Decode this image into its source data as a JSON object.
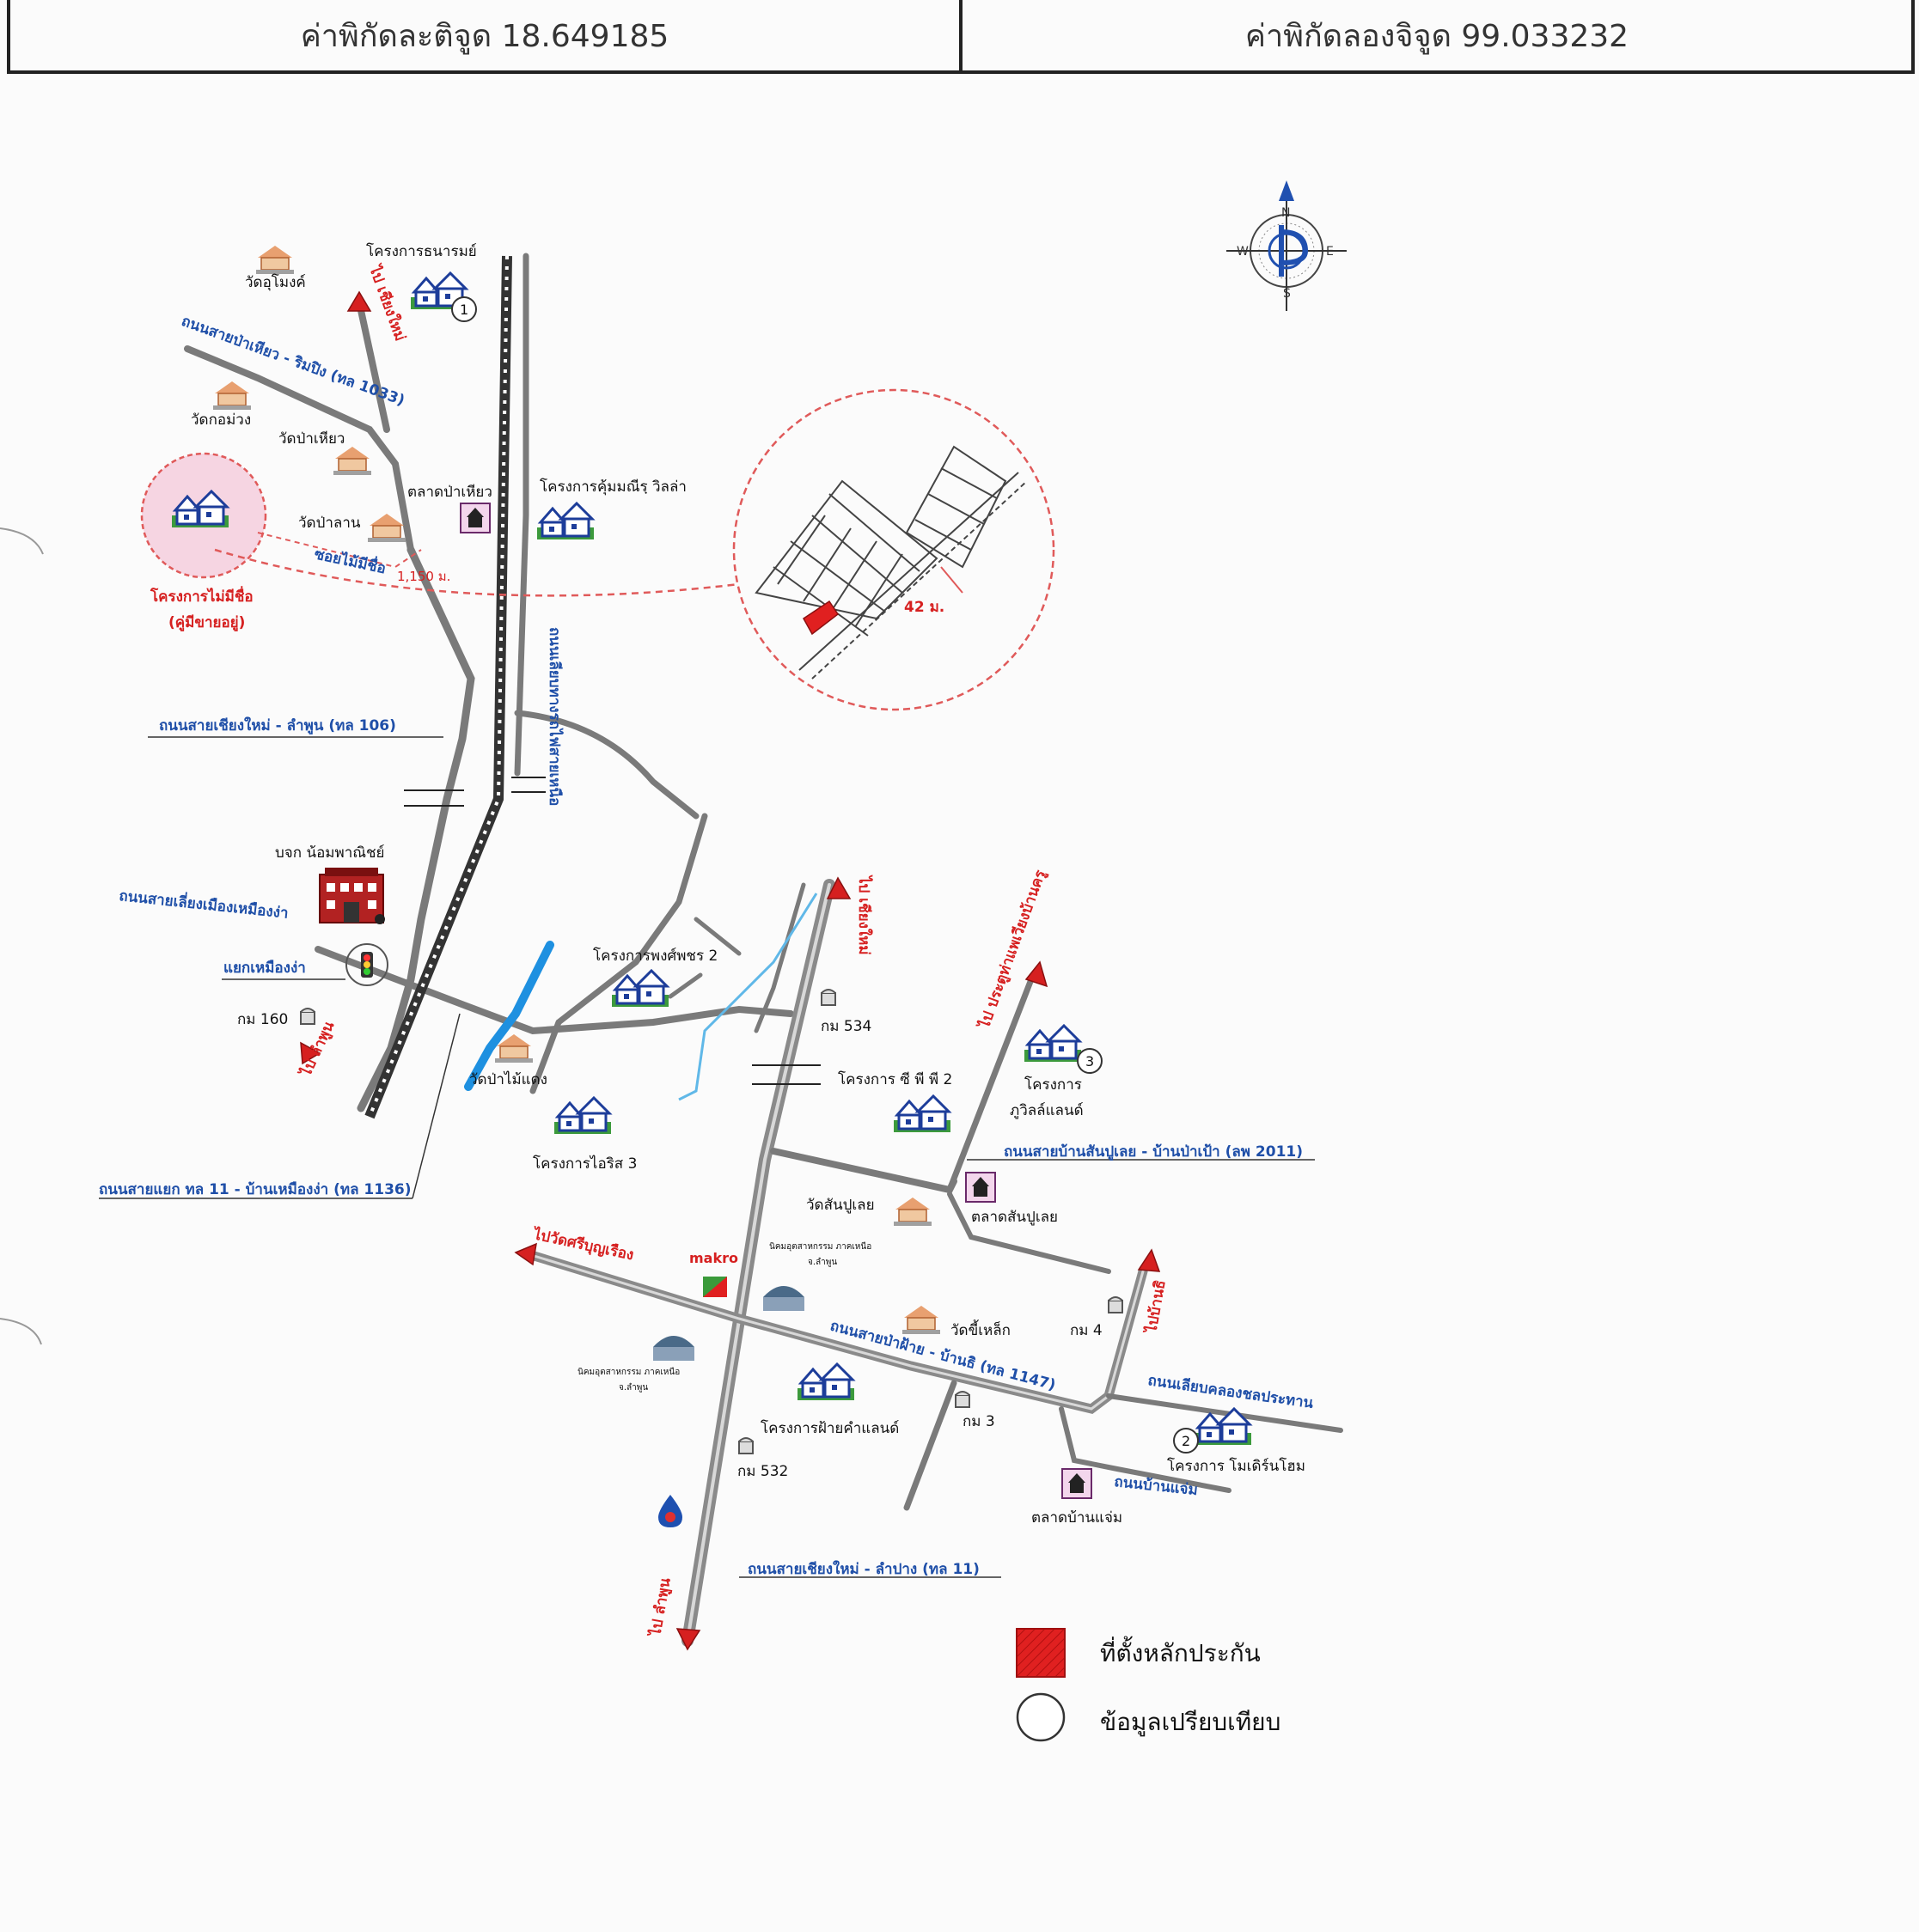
{
  "header": {
    "latitude_label": "ค่าพิกัดละติจูด 18.649185",
    "longitude_label": "ค่าพิกัดลองจิจูด 99.033232"
  },
  "compass": {
    "letters": [
      "N",
      "W",
      "E",
      "S"
    ]
  },
  "inset": {
    "distance": "42 ม."
  },
  "route": {
    "distance": "1,150 ม."
  },
  "roads": {
    "r1033": "ถนนสายป่าเหียว - ริมปิง (ทล 1033)",
    "r106": "ถนนสายเชียงใหม่ - ลำพูน (ทล 106)",
    "bypass_muangnga": "ถนนสายเลี่ยงเมืองเหมืองง่า",
    "r1136": "ถนนสายแยก ทล 11 - บ้านเหมืองง่า (ทล 1136)",
    "r2011": "ถนนสายบ้านสันปูเลย - บ้านป่าเป้า (ลพ 2011)",
    "r1147": "ถนนสายป่าฝ้าย - บ้านธิ (ทล 1147)",
    "canal_road": "ถนนเลียบคลองชลประทาน",
    "banjam_road": "ถนนบ้านแจ่ม",
    "r11": "ถนนสายเชียงใหม่ - ลำปาง (ทล 11)",
    "rail_road": "ถนนเลียบทางรถไฟสายเหนือ",
    "soi": "ซอยไม้มีชื่อ"
  },
  "directions": {
    "to_chiangmai_1": "ไป เชียงใหม่",
    "to_lamphun_1": "ไป ลำพูน",
    "to_chiangmai_2": "ไป เชียงใหม่",
    "to_lamphun_2": "ไป ลำพูน",
    "to_wat_sri": "ไปวัดศรีบุญเรือง",
    "to_pratoo": "ไป ประตูท่าแพเวียงบ้านครู",
    "to_banthi": "ไปบ้านธิ"
  },
  "places": {
    "wat_umong": "วัดอุโมงค์",
    "wat_kommuang": "วัดกอม่วง",
    "wat_pahiao": "วัดป่าเหียว",
    "wat_palan": "วัดป่าลาน",
    "market_pahiao": "ตลาดป่าเหียว",
    "proj_thanarom": "โครงการธนารมย์",
    "proj_kummanee": "โครงการคุ้มมณีรฺ วิลล่า",
    "subject_proj_1": "โครงการไม่มีชื่อ",
    "subject_proj_2": "(คู่มีขายอยู่)",
    "company": "บจก น้อมพาณิชย์",
    "junction": "แยกเหมืองง่า",
    "km160": "กม 160",
    "wat_paimaedang": "วัดป่าไม้แดง",
    "proj_pongpetch": "โครงการพงศ์พชร 2",
    "proj_iris": "โครงการไอริส 3",
    "km534": "กม 534",
    "proj_cp": "โครงการ ซี พี พี 2",
    "proj_kuvilla_1": "โครงการ",
    "proj_kuvilla_2": "ภูวิลล์แลนด์",
    "wat_sanpuloei": "วัดสันปูเลย",
    "market_sanpuloei": "ตลาดสันปูเลย",
    "makro": "makro",
    "warehouse_1_a": "นิคมอุตสาหกรรม ภาคเหนือ",
    "warehouse_1_b": "จ.ลำพูน",
    "warehouse_2_a": "นิคมอุตสาหกรรม ภาคเหนือ",
    "warehouse_2_b": "จ.ลำพูน",
    "wat_kilek": "วัดขี้เหล็ก",
    "km4": "กม 4",
    "km3": "กม 3",
    "proj_pafai": "โครงการฝ้ายคำแลนด์",
    "km532": "กม 532",
    "proj_modern": "โครงการ โมเดิร์นโฮม",
    "market_banjam": "ตลาดบ้านแจ่ม"
  },
  "markers": {
    "m1": "1",
    "m2": "2",
    "m3": "3"
  },
  "legend": {
    "collateral": "ที่ตั้งหลักประกัน",
    "comparison": "ข้อมูลเปรียบเทียบ"
  },
  "colors": {
    "road": "#7a7a7a",
    "blue_label": "#1f4fa8",
    "red_label": "#d62020",
    "collateral_fill": "#e02020",
    "river": "#1e90e0"
  }
}
